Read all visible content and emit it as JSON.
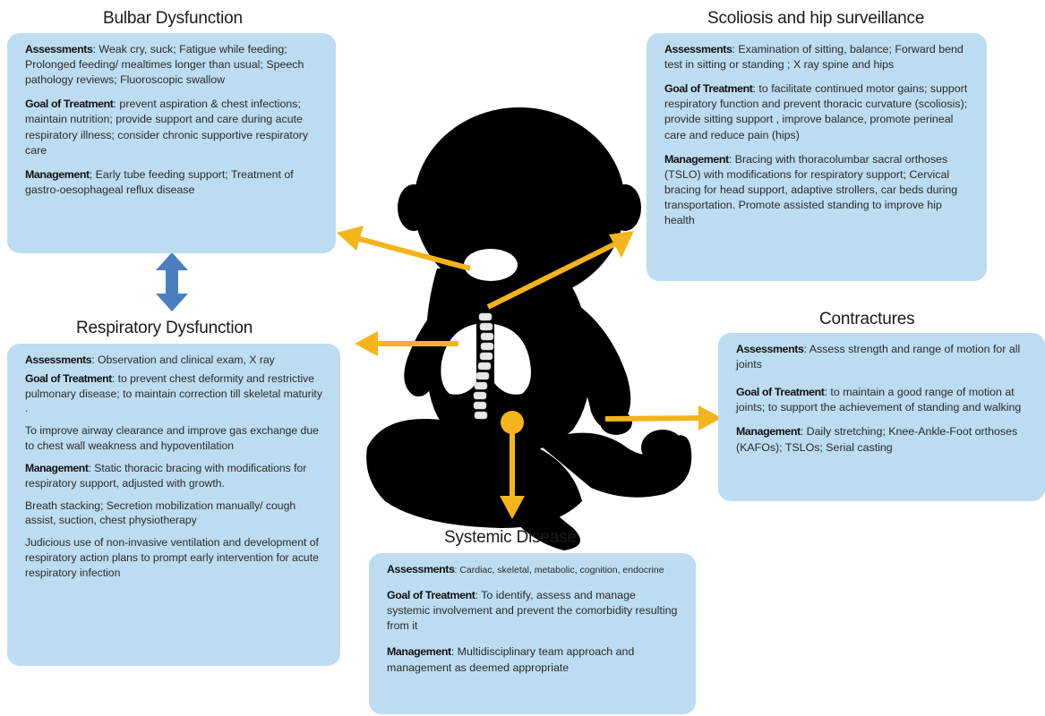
{
  "colors": {
    "box": "#bcdcf1",
    "arrow": "#f5b41c",
    "dbl_arrow": "#4a7fc1",
    "silhouette": "#000000"
  },
  "bulbar": {
    "title": "Bulbar Dysfunction",
    "assess_label": "Assessments",
    "assess_text": ": Weak cry, suck; Fatigue while feeding; Prolonged feeding/ mealtimes longer than usual; Speech pathology reviews; Fluoroscopic swallow",
    "goal_label": "Goal of Treatment",
    "goal_text": ": prevent aspiration & chest infections; maintain nutrition; provide support and care during acute respiratory illness; consider chronic supportive respiratory care",
    "mgmt_label": "Management",
    "mgmt_text": "; Early tube feeding support; Treatment of gastro-oesophageal reflux disease"
  },
  "scoliosis": {
    "title": "Scoliosis and hip surveillance",
    "assess_label": "Assessments",
    "assess_text": ": Examination of sitting, balance; Forward bend test in sitting or standing ; X ray spine and hips",
    "goal_label": "Goal of Treatment",
    "goal_text": ": to facilitate continued motor gains; support respiratory function and prevent thoracic curvature (scoliosis); provide sitting support , improve balance, promote perineal care and reduce pain (hips)",
    "mgmt_label": "Management",
    "mgmt_text": ": Bracing with thoracolumbar sacral orthoses (TSLO) with modifications for respiratory support; Cervical bracing for head support, adaptive strollers, car beds during transportation. Promote assisted standing to improve hip health"
  },
  "respiratory": {
    "title": "Respiratory Dysfunction",
    "assess_label": "Assessments",
    "assess_text": ": Observation and clinical exam, X ray",
    "goal_label": "Goal of Treatment",
    "goal_text": ": to prevent chest deformity and restrictive pulmonary disease; to maintain correction till skeletal maturity .",
    "goal_text2": "To improve airway clearance and improve gas exchange due to chest wall weakness and hypoventilation",
    "mgmt_label": "Management",
    "mgmt_text": ": Static thoracic bracing with modifications for respiratory support, adjusted with growth.",
    "mgmt_text2": "Breath stacking; Secretion mobilization manually/ cough assist, suction, chest physiotherapy",
    "mgmt_text3": " Judicious use of non-invasive ventilation and development of respiratory action plans to prompt early intervention for acute respiratory infection"
  },
  "contractures": {
    "title": "Contractures",
    "assess_label": "Assessments",
    "assess_text": ": Assess strength and range of motion for all joints",
    "goal_label": "Goal of Treatment",
    "goal_text": ": to maintain a good range of motion at joints; to support the achievement of standing and walking",
    "mgmt_label": "Management",
    "mgmt_text": ":  Daily stretching; Knee-Ankle-Foot orthoses (KAFOs); TSLOs; Serial casting"
  },
  "systemic": {
    "title": "Systemic Disease",
    "assess_label": "Assessments",
    "assess_text": ": Cardiac, skeletal,  metabolic,  cognition, endocrine",
    "goal_label": "Goal of Treatment",
    "goal_text": ": To identify, assess and manage systemic involvement and prevent the comorbidity resulting from it",
    "mgmt_label": "Management",
    "mgmt_text": ":  Multidisciplinary team approach and management as deemed appropriate"
  }
}
